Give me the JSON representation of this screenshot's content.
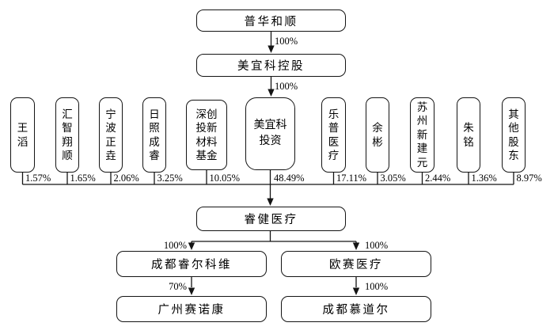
{
  "colors": {
    "line": "#141414",
    "box_fill": "#ffffff",
    "text": "#000000"
  },
  "root": {
    "label": "普华和顺"
  },
  "holdco": {
    "label": "美宜科控股"
  },
  "edges": {
    "root_to_holdco": "100%",
    "holdco_to_investco": "100%",
    "target_to_sub_left": "100%",
    "target_to_sub_right": "100%",
    "sub_left_to_child": "70%",
    "sub_right_to_child": "100%"
  },
  "shareholders": [
    {
      "name": "王滔",
      "pct": "1.57%"
    },
    {
      "name": "汇智翔顺",
      "pct": "1.65%"
    },
    {
      "name": "宁波正垚",
      "pct": "2.06%"
    },
    {
      "name": "日照成睿",
      "pct": "3.25%"
    },
    {
      "name": "深创投新材料基金",
      "pct": "10.05%"
    },
    {
      "name": "美宜科投资",
      "pct": "48.49%"
    },
    {
      "name": "乐普医疗",
      "pct": "17.11%"
    },
    {
      "name": "余彬",
      "pct": "3.05%"
    },
    {
      "name": "苏州新建元",
      "pct": "2.44%"
    },
    {
      "name": "朱铭",
      "pct": "1.36%"
    },
    {
      "name": "其他股东",
      "pct": "8.97%"
    }
  ],
  "target": {
    "label": "睿健医疗"
  },
  "subsidiaries": [
    {
      "name": "成都睿尔科维",
      "child": {
        "name": "广州赛诺康"
      }
    },
    {
      "name": "欧赛医疗",
      "child": {
        "name": "成都慕道尔"
      }
    }
  ]
}
